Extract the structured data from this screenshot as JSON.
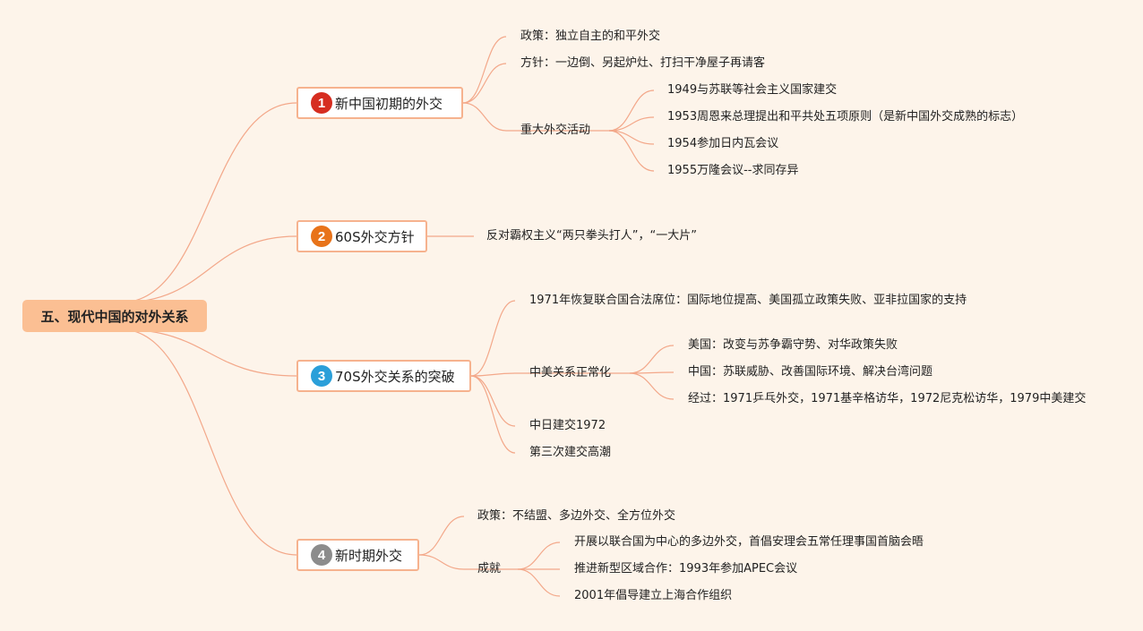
{
  "root": {
    "label": "五、现代中国的对外关系"
  },
  "branches": [
    {
      "number": "1",
      "badge_color": "#d62d20",
      "label": "新中国初期的外交",
      "children": [
        {
          "label": "政策：独立自主的和平外交"
        },
        {
          "label": "方针：一边倒、另起炉灶、打扫干净屋子再请客"
        },
        {
          "label": "重大外交活动",
          "children": [
            {
              "label": "1949与苏联等社会主义国家建交"
            },
            {
              "label": "1953周恩来总理提出和平共处五项原则（是新中国外交成熟的标志）"
            },
            {
              "label": "1954参加日内瓦会议"
            },
            {
              "label": "1955万隆会议--求同存异"
            }
          ]
        }
      ]
    },
    {
      "number": "2",
      "badge_color": "#e8731a",
      "label": "60S外交方针",
      "children": [
        {
          "label": "反对霸权主义“两只拳头打人”，“一大片”"
        }
      ]
    },
    {
      "number": "3",
      "badge_color": "#2b9fd9",
      "label": "70S外交关系的突破",
      "children": [
        {
          "label": "1971年恢复联合国合法席位：国际地位提高、美国孤立政策失败、亚非拉国家的支持"
        },
        {
          "label": "中美关系正常化",
          "children": [
            {
              "label": "美国：改变与苏争霸守势、对华政策失败"
            },
            {
              "label": "中国：苏联威胁、改善国际环境、解决台湾问题"
            },
            {
              "label": "经过：1971乒乓外交，1971基辛格访华，1972尼克松访华，1979中美建交"
            }
          ]
        },
        {
          "label": "中日建交1972"
        },
        {
          "label": "第三次建交高潮"
        }
      ]
    },
    {
      "number": "4",
      "badge_color": "#8c8c8c",
      "label": "新时期外交",
      "children": [
        {
          "label": "政策：不结盟、多边外交、全方位外交"
        },
        {
          "label": "成就",
          "children": [
            {
              "label": "开展以联合国为中心的多边外交，首倡安理会五常任理事国首脑会晤"
            },
            {
              "label": "推进新型区域合作：1993年参加APEC会议"
            },
            {
              "label": "2001年倡导建立上海合作组织"
            }
          ]
        }
      ]
    }
  ],
  "colors": {
    "link": "#f3a88a",
    "background": "#fdf4ea",
    "root_fill": "#fbbf93",
    "branch_border": "#f6b28e"
  }
}
